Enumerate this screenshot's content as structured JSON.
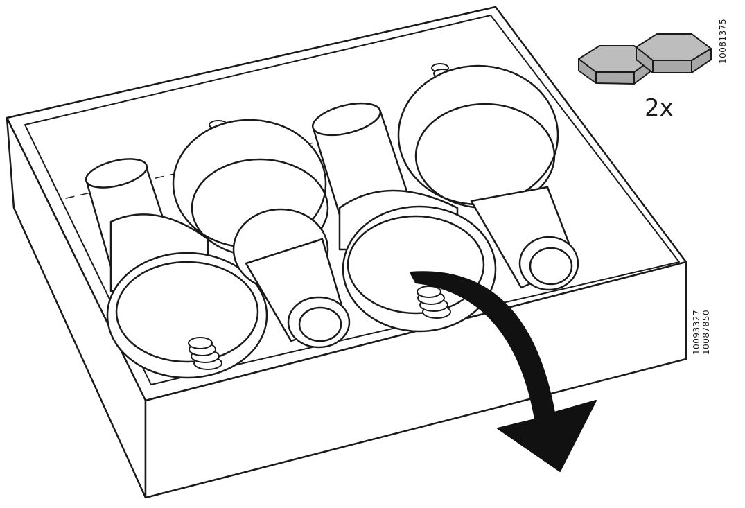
{
  "illustration": {
    "quantity_label": "2x",
    "part_codes": [
      "10081375",
      "10093327",
      "10087850"
    ]
  },
  "colors": {
    "line": "#1a1a1a",
    "part_fill_top": "#bdbdbd",
    "part_fill_side": "#a8a8a8",
    "arrow": "#111111"
  },
  "icons": [
    "tray-box-icon",
    "furniture-leg-icon",
    "hex-pad-icon",
    "curved-arrow-icon"
  ]
}
